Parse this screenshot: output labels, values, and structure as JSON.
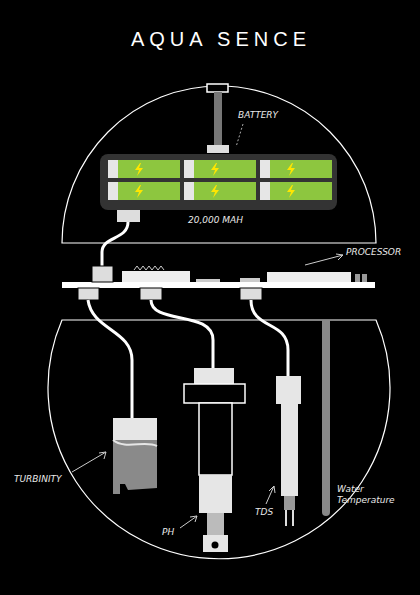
{
  "diagram": {
    "title": "AQUA SENCE",
    "labels": [
      "BATTERY",
      "20,000 MAH",
      "PROCESSOR",
      "TURBINITY",
      "PH",
      "TDS",
      "Water Temperature"
    ]
  }
}
